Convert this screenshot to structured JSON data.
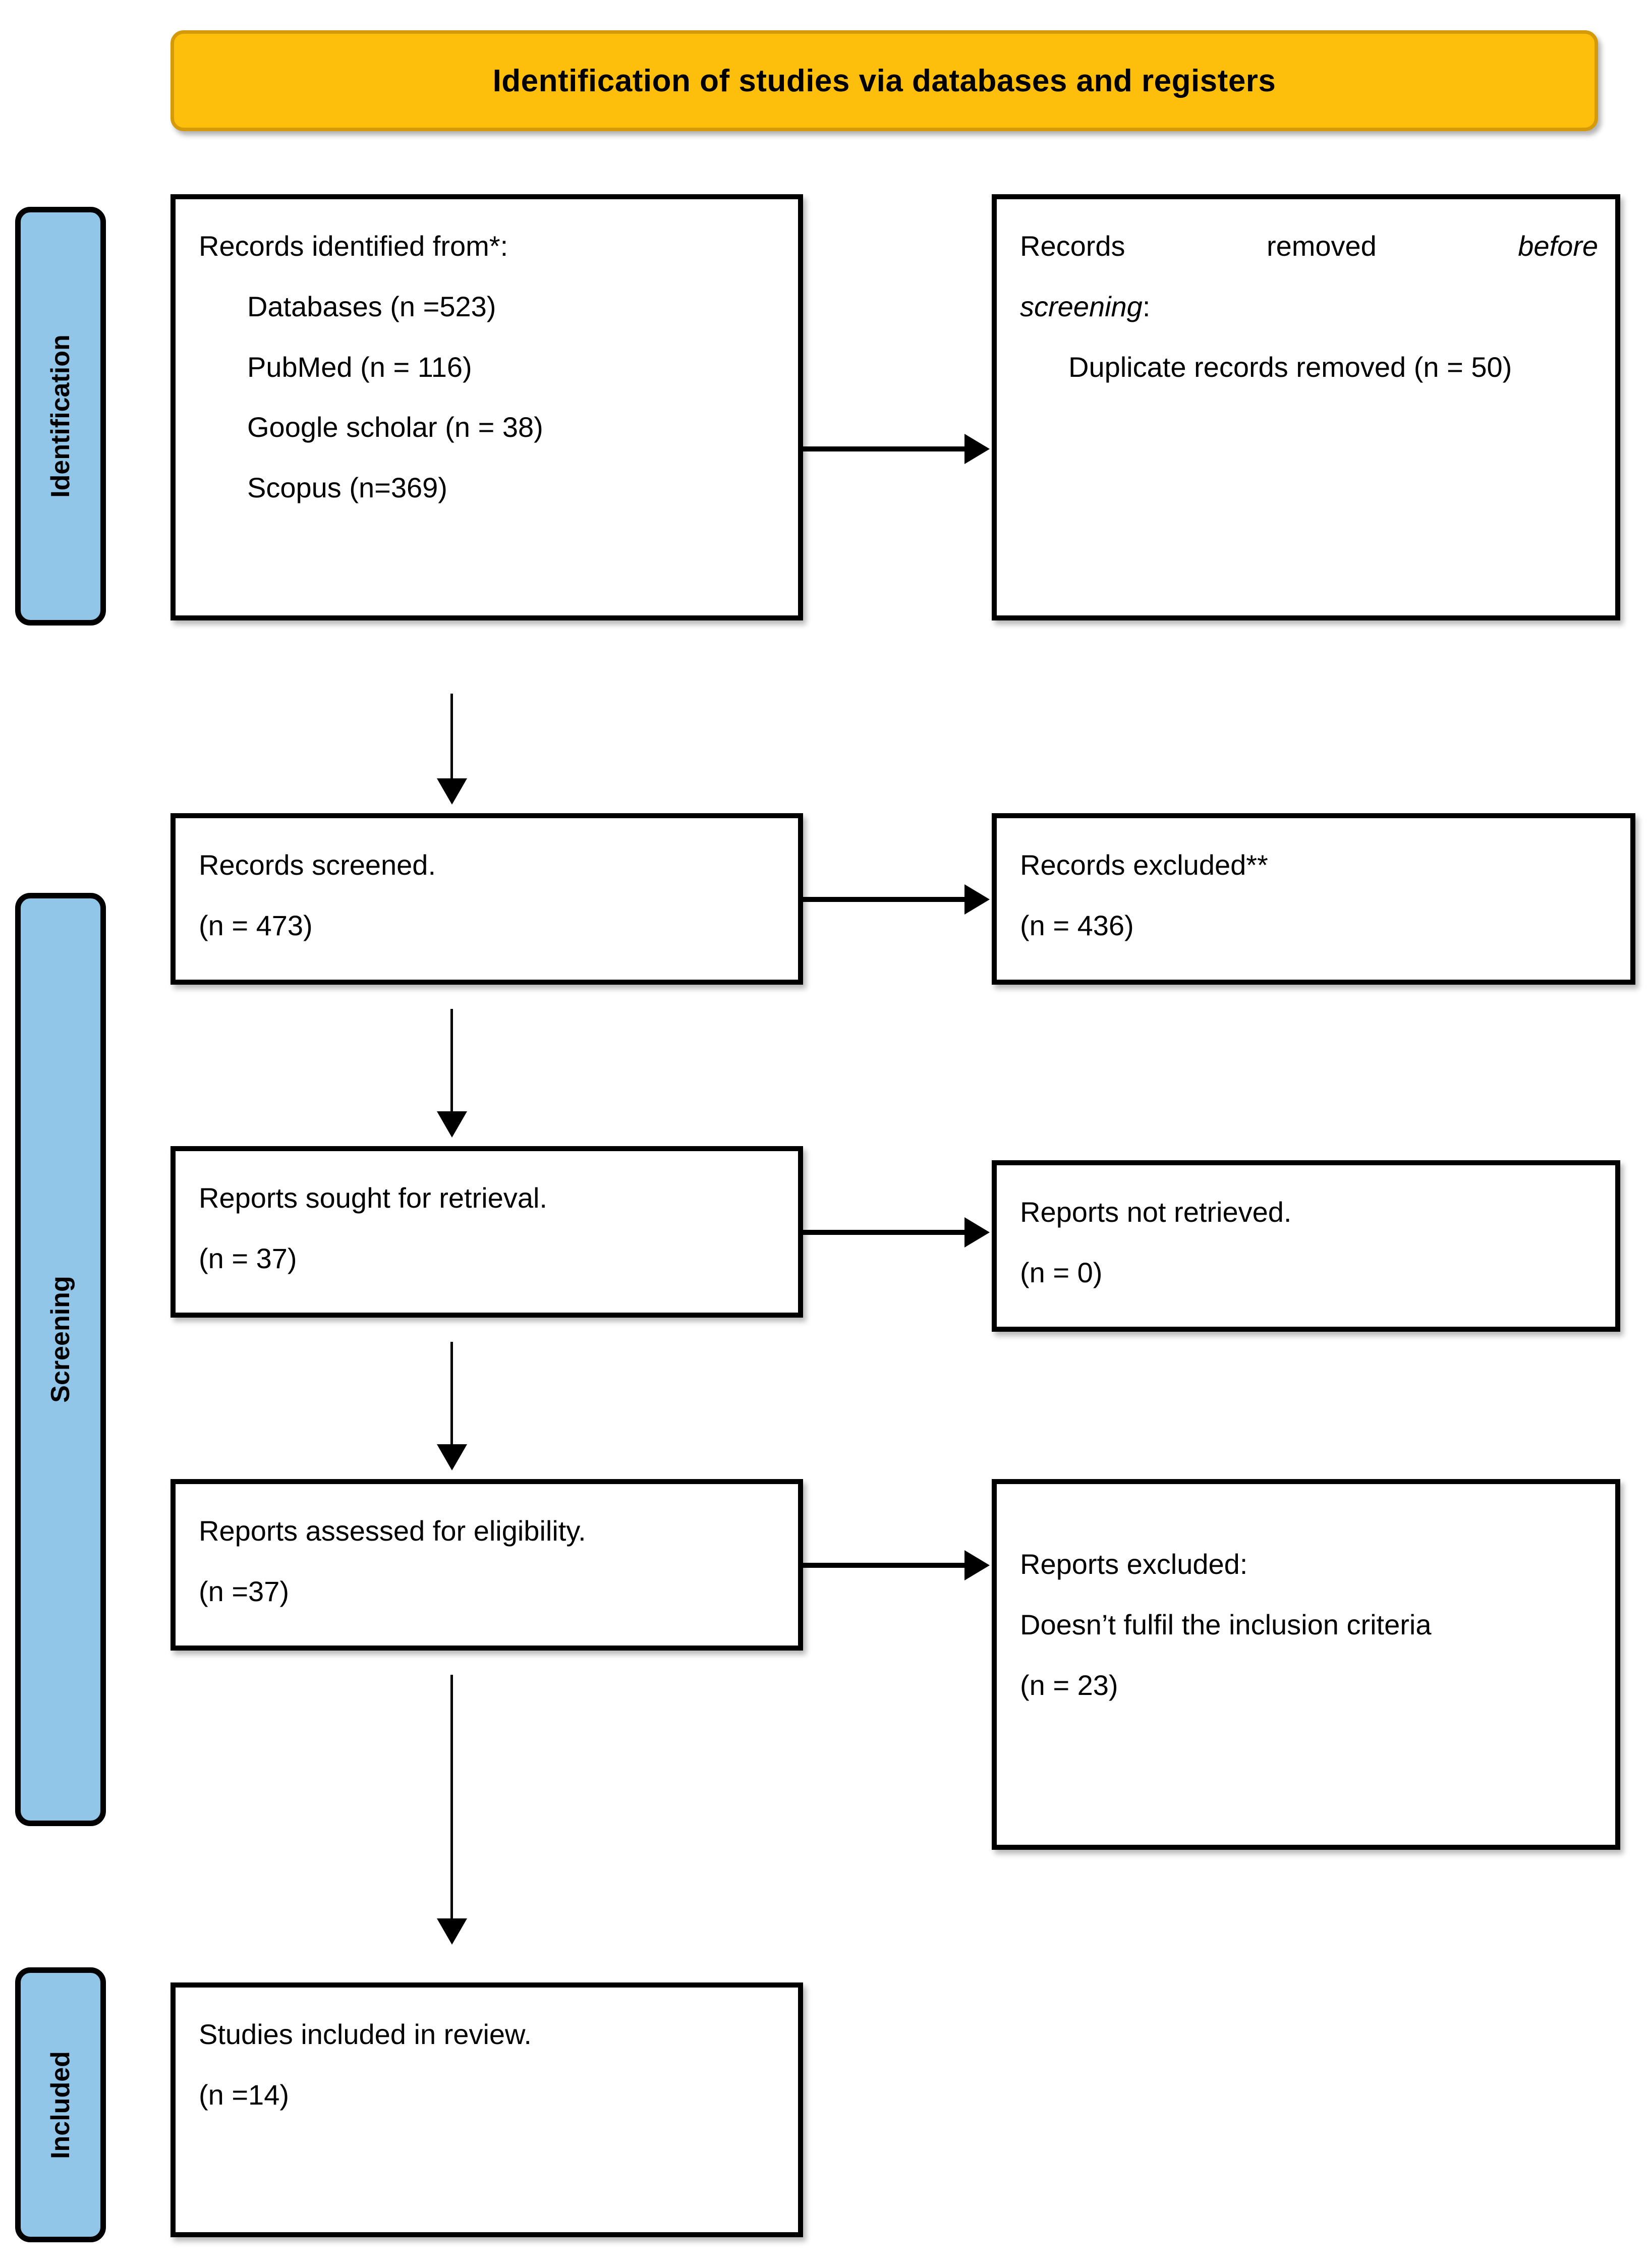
{
  "header": {
    "title": "Identification of studies via databases and registers",
    "fill_color": "#FDBF0B",
    "border_color": "#D49A09"
  },
  "stages": [
    {
      "label": "Identification"
    },
    {
      "label": "Screening"
    },
    {
      "label": "Included"
    }
  ],
  "stage_fill_color": "#92C6E9",
  "boxes": {
    "identified": {
      "heading": "Records identified from*:",
      "items": [
        "Databases (n =523)",
        "PubMed (n = 116)",
        "Google scholar (n = 38)",
        "Scopus (n=369)"
      ]
    },
    "removed": {
      "heading_part1": "Records",
      "heading_part2": "removed",
      "heading_part3": "before",
      "heading_part4": "screening",
      "heading_colon": ":",
      "item": "Duplicate records removed (n = 50)"
    },
    "screened": {
      "label": "Records screened.",
      "count": "(n = 473)"
    },
    "records_excluded": {
      "label": "Records excluded**",
      "count": "(n = 436)"
    },
    "sought": {
      "label": "Reports sought for retrieval.",
      "count": "(n = 37)"
    },
    "not_retrieved": {
      "label": "Reports not retrieved.",
      "count": "(n = 0)"
    },
    "assessed": {
      "label": "Reports assessed for eligibility.",
      "count": "(n =37)"
    },
    "reports_excluded": {
      "label": "Reports excluded:",
      "reason": "Doesn’t fulfil the inclusion criteria",
      "count": "(n = 23)"
    },
    "included": {
      "label": "Studies included in review.",
      "count": "(n =14)"
    }
  }
}
